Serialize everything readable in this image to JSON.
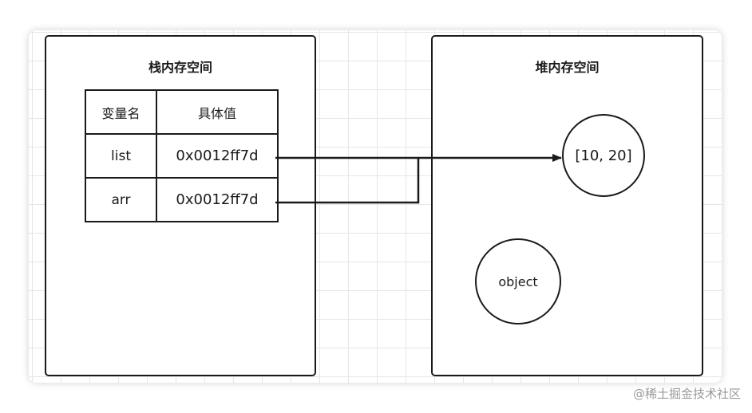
{
  "stack": {
    "title": "栈内存空间",
    "table": {
      "headers": [
        "变量名",
        "具体值"
      ],
      "rows": [
        {
          "name": "list",
          "value": "0x0012ff7d"
        },
        {
          "name": "arr",
          "value": "0x0012ff7d"
        }
      ]
    }
  },
  "heap": {
    "title": "堆内存空间",
    "nodes": {
      "array": "[10, 20]",
      "object": "object"
    }
  },
  "watermark": "@稀土掘金技术社区"
}
